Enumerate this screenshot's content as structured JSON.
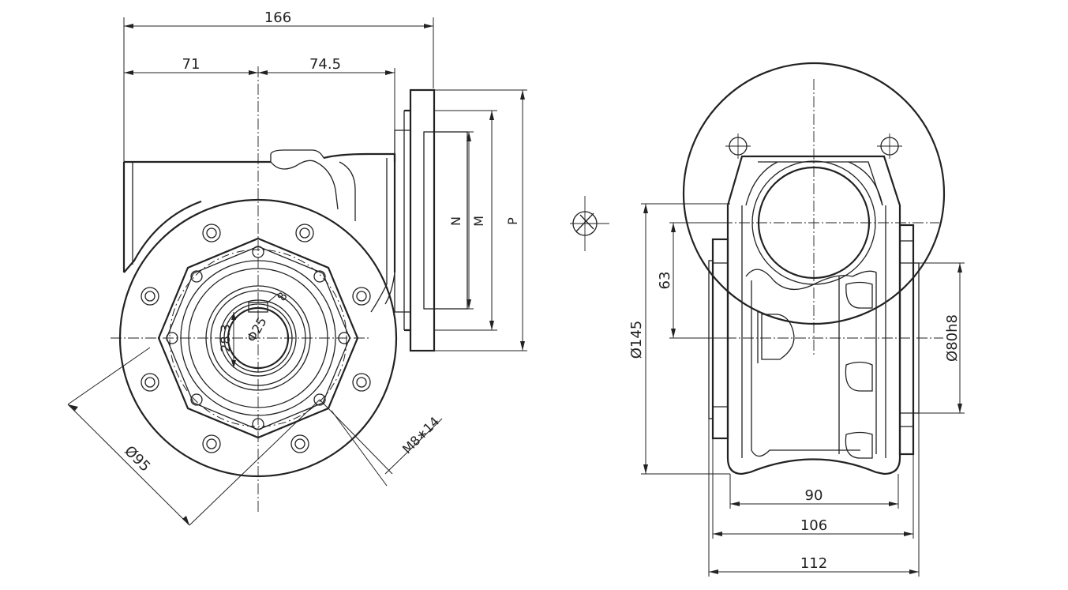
{
  "drawing": {
    "dims_side": {
      "overall_length": "166",
      "left_to_center": "71",
      "center_to_flange": "74.5",
      "flange_n": "N",
      "flange_m": "M",
      "flange_p": "P",
      "bore_diameter": "Φ25",
      "keyway_height": "28.3",
      "key_width": "8",
      "bolt_circle": "Ø95",
      "thread": "M8∗14"
    },
    "dims_front": {
      "center_height": "63",
      "flange_diameter": "Ø145",
      "pilot_diameter": "Ø80h8",
      "body_width": "90",
      "foot_width": "106",
      "overall_width": "112"
    }
  }
}
